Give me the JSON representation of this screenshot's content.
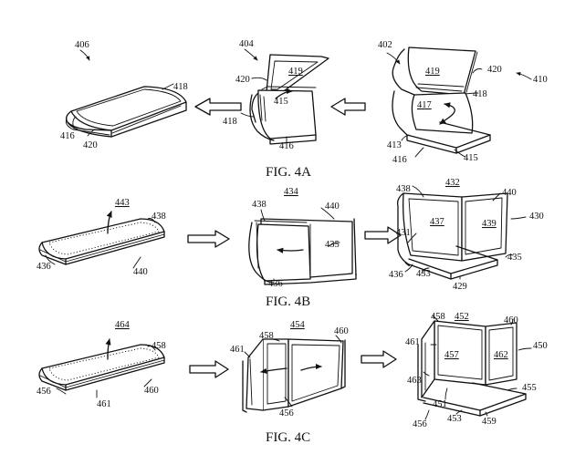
{
  "figures": {
    "fig4a": "FIG. 4A",
    "fig4b": "FIG. 4B",
    "fig4c": "FIG. 4C"
  },
  "labels": {
    "r406": "406",
    "r404": "404",
    "r402": "402",
    "r410": "410",
    "r418": "418",
    "r416": "416",
    "r420": "420",
    "r419": "419",
    "r415": "415",
    "r417": "417",
    "r413": "413",
    "r443": "443",
    "r434": "434",
    "r432": "432",
    "r438": "438",
    "r436": "436",
    "r440": "440",
    "r435": "435",
    "r437": "437",
    "r439": "439",
    "r430": "430",
    "r431": "431",
    "r433": "433",
    "r429": "429",
    "r464": "464",
    "r454": "454",
    "r458": "458",
    "r452": "452",
    "r460": "460",
    "r461": "461",
    "r456": "456",
    "r450": "450",
    "r457": "457",
    "r462": "462",
    "r463": "463",
    "r451": "451",
    "r455": "455",
    "r453": "453",
    "r459": "459"
  }
}
